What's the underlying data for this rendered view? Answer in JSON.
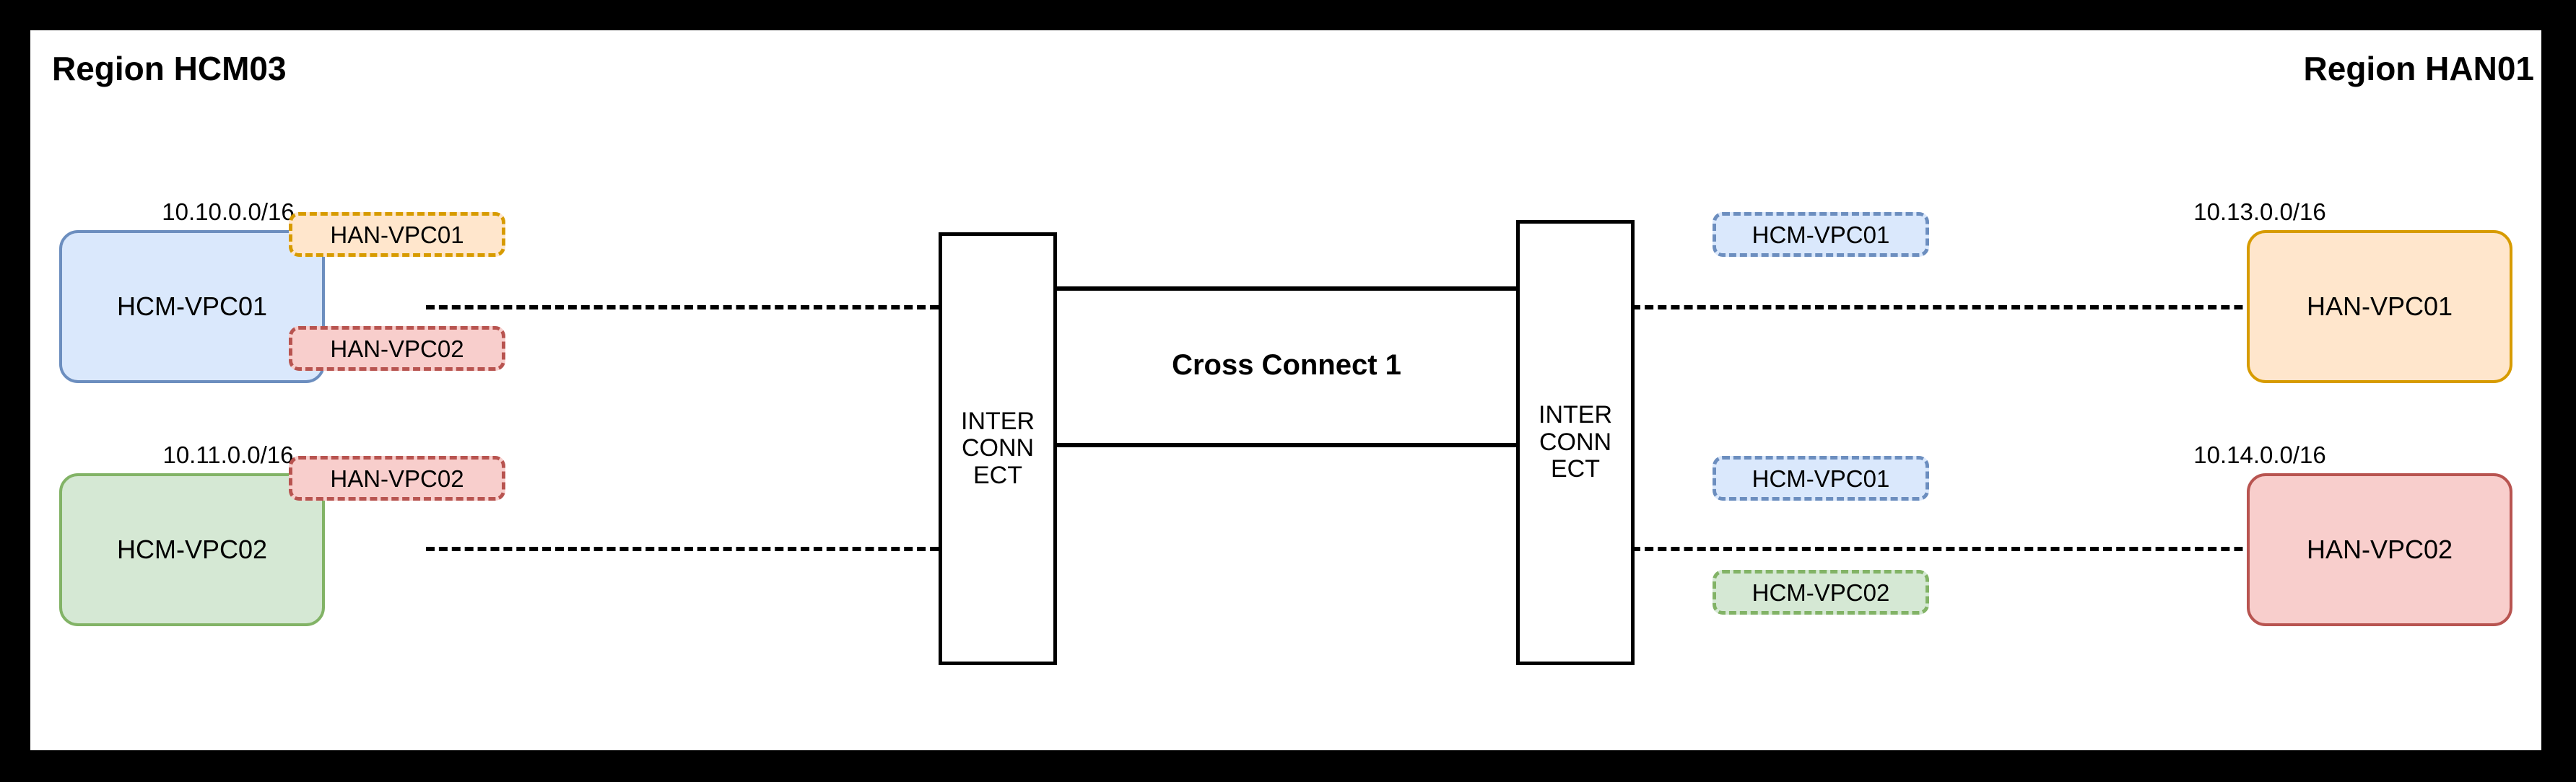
{
  "diagram": {
    "title_left": "Region HCM03",
    "title_right": "Region HAN01",
    "cross_connect_label": "Cross Connect 1",
    "interconnect_left": {
      "line1": "INTER",
      "line2": "CONN",
      "line3": "ECT"
    },
    "interconnect_right": {
      "line1": "INTER",
      "line2": "CONN",
      "line3": "ECT"
    },
    "left_vpcs": [
      {
        "name": "HCM-VPC01",
        "cidr": "10.10.0.0/16",
        "color": "#dae8fc",
        "border": "#6c8ebf"
      },
      {
        "name": "HCM-VPC02",
        "cidr": "10.11.0.0/16",
        "color": "#d5e8d4",
        "border": "#82b366"
      }
    ],
    "right_vpcs": [
      {
        "name": "HAN-VPC01",
        "cidr": "10.13.0.0/16",
        "color": "#ffe6cc",
        "border": "#d79b00"
      },
      {
        "name": "HAN-VPC02",
        "cidr": "10.14.0.0/16",
        "color": "#f8cecc",
        "border": "#b85450"
      }
    ],
    "left_route_chips_row1": [
      {
        "label": "HAN-VPC01",
        "color": "#ffe6cc",
        "border": "#d79b00"
      },
      {
        "label": "HAN-VPC02",
        "color": "#f8cecc",
        "border": "#b85450"
      }
    ],
    "left_route_chips_row2": [
      {
        "label": "HAN-VPC02",
        "color": "#f8cecc",
        "border": "#b85450"
      }
    ],
    "right_route_chips_row1": [
      {
        "label": "HCM-VPC01",
        "color": "#dae8fc",
        "border": "#6c8ebf"
      }
    ],
    "right_route_chips_row2": [
      {
        "label": "HCM-VPC01",
        "color": "#dae8fc",
        "border": "#6c8ebf"
      },
      {
        "label": "HCM-VPC02",
        "color": "#d5e8d4",
        "border": "#82b366"
      }
    ],
    "colors": {
      "frame": "#000000",
      "canvas": "#ffffff",
      "line": "#000000",
      "blue_fill": "#dae8fc",
      "blue_stroke": "#6c8ebf",
      "green_fill": "#d5e8d4",
      "green_stroke": "#82b366",
      "orange_fill": "#ffe6cc",
      "orange_stroke": "#d79b00",
      "red_fill": "#f8cecc",
      "red_stroke": "#b85450"
    }
  }
}
